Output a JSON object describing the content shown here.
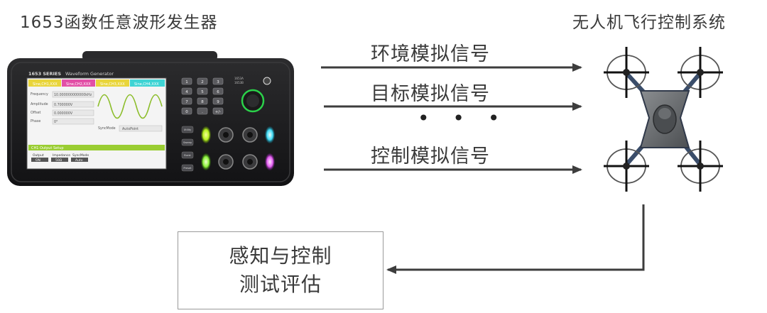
{
  "generator": {
    "title": "1653函数任意波形发生器",
    "brand": "1653 SERIES",
    "screen_title": "Waveform Generator",
    "channel_tabs": [
      "Sine,CH1,XXX",
      "Sine,CH2,XXX",
      "Sine,CH3,XXX",
      "Sine,CH4,XXX"
    ],
    "params": [
      {
        "label": "Frequency",
        "value": "10.000000000000kHz"
      },
      {
        "label": "Amplitude",
        "value": "0.700000V"
      },
      {
        "label": "Offset",
        "value": "0.000000V"
      },
      {
        "label": "Phase",
        "value": "0°"
      }
    ],
    "sync_label": "SyncMode",
    "sync_value": "AutoPoint",
    "output_setup": "CH1 Output Setup",
    "bottom_buttons": [
      {
        "label": "Output",
        "value": "ON"
      },
      {
        "label": "Impedance",
        "value": "50Ω"
      },
      {
        "label": "SyncMode",
        "value": "Auto"
      }
    ],
    "keypad": [
      "1",
      "2",
      "3",
      "4",
      "5",
      "6",
      "7",
      "8",
      "9",
      "0",
      ".",
      "+/-"
    ],
    "knob_text": "1653A\n1653B",
    "side_keys": [
      "Utility",
      "Sweep",
      "Burst",
      "Preset"
    ]
  },
  "uav": {
    "title": "无人机飞行控制系统"
  },
  "signals": [
    {
      "label": "环境模拟信号"
    },
    {
      "label": "目标模拟信号"
    },
    {
      "label": "控制模拟信号"
    }
  ],
  "ellipsis": "• • •",
  "evaluation": {
    "line1": "感知与控制",
    "line2": "测试评估"
  },
  "colors": {
    "arrow": "#3d3d3d",
    "box_border": "#9a9a9a",
    "device_body": "#1c1c1e",
    "tab_ch1": "#e9d53a",
    "tab_ch2": "#e24fa6",
    "tab_ch3": "#e9d53a",
    "tab_ch4": "#3fd4d4",
    "screen_footer": "#9acd32",
    "waveform": "#8cbd2a",
    "uav_body": "#6b6e70"
  }
}
